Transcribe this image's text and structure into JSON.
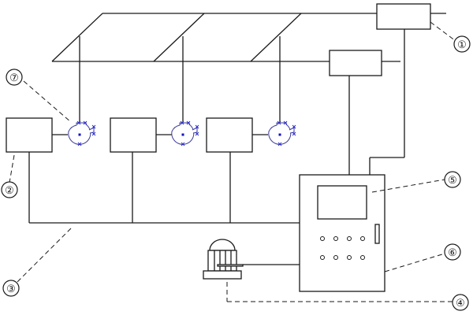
{
  "diagram": {
    "callouts": [
      {
        "id": "c1",
        "label": "①"
      },
      {
        "id": "c2",
        "label": "②"
      },
      {
        "id": "c3",
        "label": "③"
      },
      {
        "id": "c4",
        "label": "④"
      },
      {
        "id": "c5",
        "label": "⑤"
      },
      {
        "id": "c6",
        "label": "⑥"
      },
      {
        "id": "c7",
        "label": "⑦"
      }
    ],
    "colors": {
      "line": "#1a1a1a",
      "fan_outline": "#3a3a9a",
      "fan_marker": "#2a2ad0",
      "fan_hub": "#1010c0"
    },
    "icons": [
      "centrifugal-fan-icon",
      "motor-pump-icon",
      "control-cabinet",
      "display-screen",
      "indicator-buttons"
    ]
  }
}
